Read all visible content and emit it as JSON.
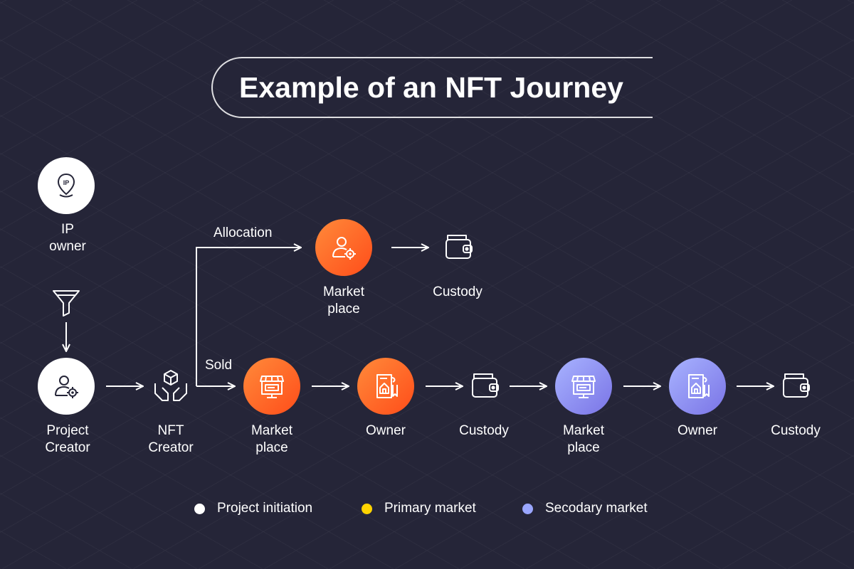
{
  "title": "Example of an NFT Journey",
  "colors": {
    "background": "#252538",
    "project_initiation": "#ffffff",
    "primary_market": "#ffd400",
    "secondary_market": "#9aa6ff",
    "orange_node": "#ff5a1f",
    "purple_node": "#8f8cf0"
  },
  "nodes": {
    "ip_owner": {
      "label": "IP\nowner",
      "icon": "ip-location-pin-icon"
    },
    "funnel": {
      "icon": "funnel-icon"
    },
    "project_creator": {
      "label": "Project\nCreator",
      "icon": "user-gear-icon"
    },
    "nft_creator": {
      "label": "NFT\nCreator",
      "icon": "hands-cube-icon"
    },
    "allocation_marketplace": {
      "label": "Market\nplace",
      "icon": "user-gear-icon"
    },
    "allocation_custody": {
      "label": "Custody",
      "icon": "wallet-icon"
    },
    "primary_marketplace": {
      "label": "Market\nplace",
      "icon": "storefront-icon"
    },
    "primary_owner": {
      "label": "Owner",
      "icon": "house-certificate-icon"
    },
    "primary_custody": {
      "label": "Custody",
      "icon": "wallet-icon"
    },
    "secondary_marketplace": {
      "label": "Market\nplace",
      "icon": "storefront-icon"
    },
    "secondary_owner": {
      "label": "Owner",
      "icon": "house-certificate-icon"
    },
    "secondary_custody": {
      "label": "Custody",
      "icon": "wallet-icon"
    }
  },
  "edges": {
    "allocation": "Allocation",
    "sold": "Sold"
  },
  "legend": [
    {
      "label": "Project initiation",
      "color": "#ffffff"
    },
    {
      "label": "Primary market",
      "color": "#ffd400"
    },
    {
      "label": "Secodary market",
      "color": "#9aa6ff"
    }
  ]
}
